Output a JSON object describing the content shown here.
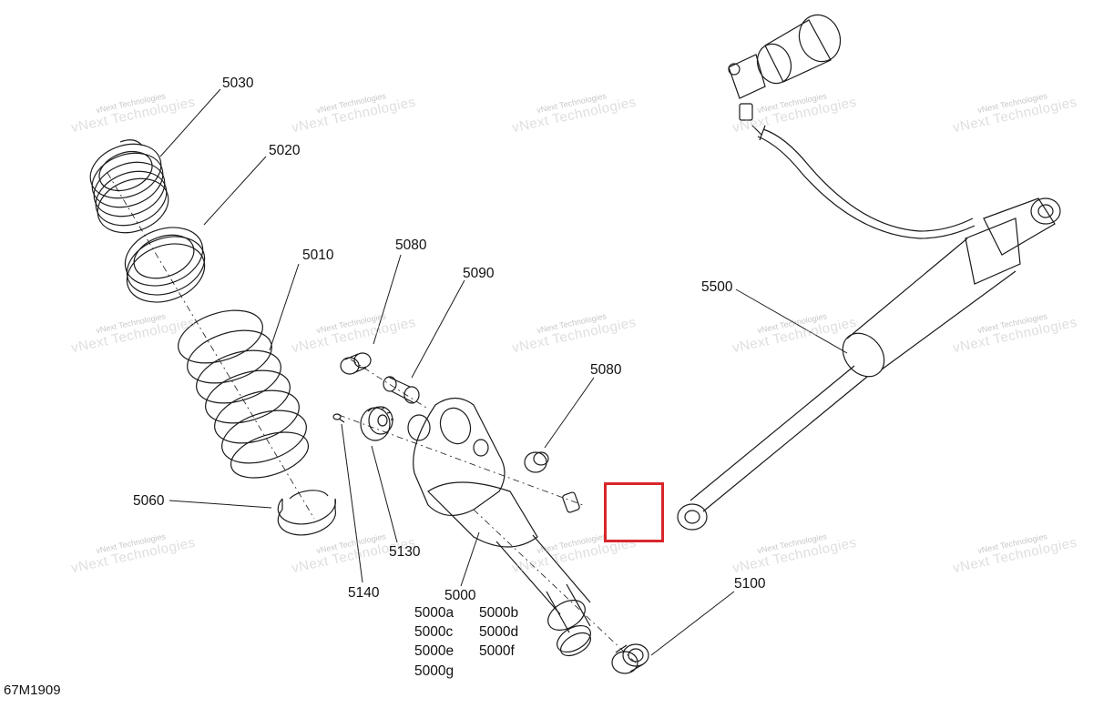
{
  "callouts": {
    "c5030": "5030",
    "c5020": "5020",
    "c5010": "5010",
    "c5060": "5060",
    "c5080a": "5080",
    "c5090": "5090",
    "c5080b": "5080",
    "c5500": "5500",
    "c5130": "5130",
    "c5140": "5140",
    "c5000": "5000",
    "c5000a": "5000a",
    "c5000b": "5000b",
    "c5000c": "5000c",
    "c5000d": "5000d",
    "c5000e": "5000e",
    "c5000f": "5000f",
    "c5000g": "5000g",
    "c5100": "5100"
  },
  "figure_id": "67M1909",
  "watermark": {
    "line1": "vNext Technologies",
    "line2": "vNext Technologies"
  },
  "colors": {
    "highlight": "#d9262c",
    "line": "#1a1a1a"
  }
}
